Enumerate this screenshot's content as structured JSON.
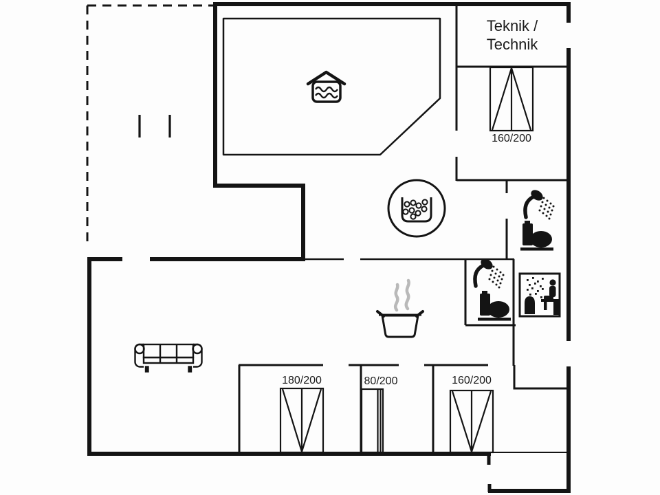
{
  "page": {
    "type": "floor-plan"
  },
  "labels": {
    "technik_line1": "Teknik /",
    "technik_line2": "Technik"
  },
  "beds": {
    "top_right": "160/200",
    "bottom_left": "180/200",
    "bottom_middle": "80/200",
    "bottom_right": "160/200"
  },
  "icons": {
    "pool": "indoor-pool-icon",
    "whirlpool": "whirlpool-bubbles-icon",
    "bathroom_top": "shower-and-toilet-icons",
    "bathroom_middle": "shower-and-toilet-icons",
    "sauna": "sauna-person-icon",
    "stove": "steaming-pot-icon",
    "livingroom": "sofa-icon"
  },
  "colors": {
    "wall": "#141414",
    "background": "#fdfdfd",
    "steam_gray": "#b9b9b9",
    "text": "#1a1a1a"
  }
}
